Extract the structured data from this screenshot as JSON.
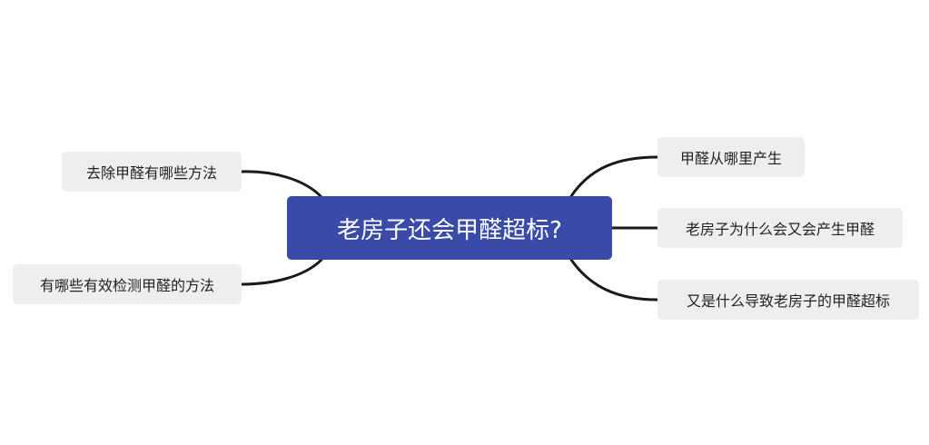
{
  "mindmap": {
    "central": "老房子还会甲醛超标?",
    "left_branches": [
      "去除甲醛有哪些方法",
      "有哪些有效检测甲醛的方法"
    ],
    "right_branches": [
      "甲醛从哪里产生",
      "老房子为什么会又会产生甲醛",
      "又是什么导致老房子的甲醛超标"
    ]
  },
  "colors": {
    "central_bg": "#3a4aa8",
    "node_bg": "#eeeeee",
    "connector": "#1a1a1a",
    "background": "#ffffff"
  }
}
